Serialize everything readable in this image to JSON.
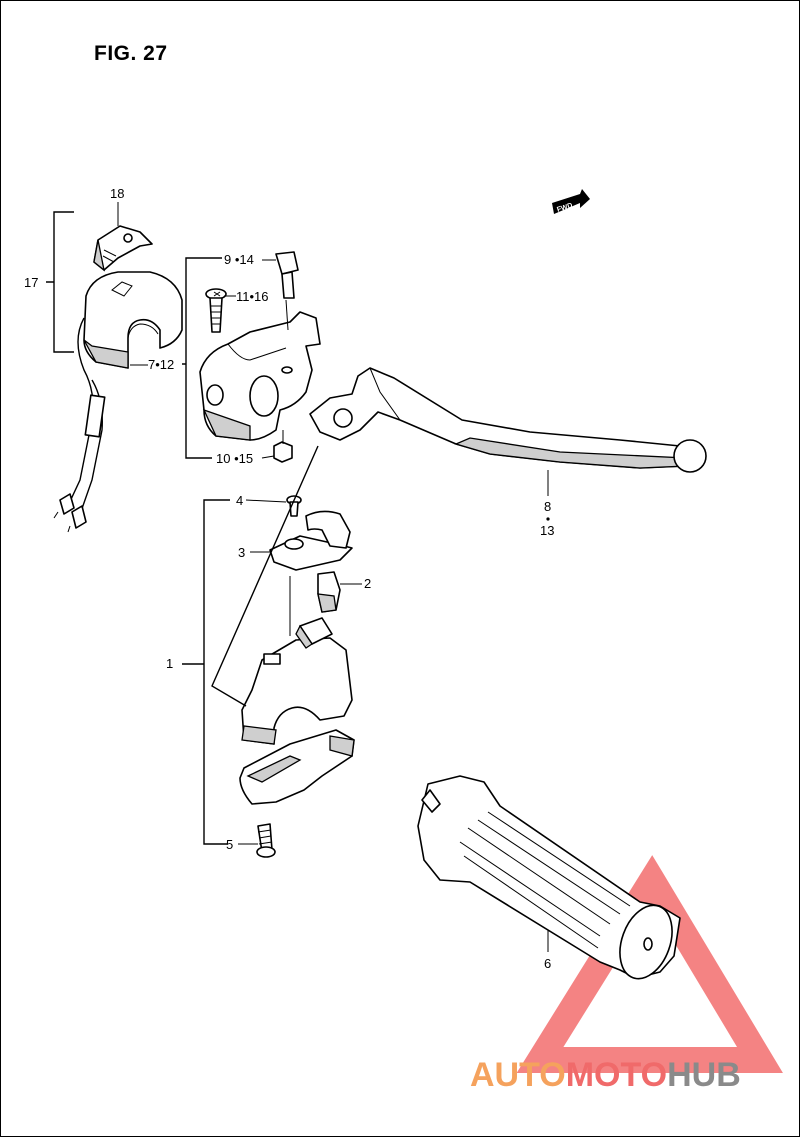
{
  "figure": {
    "title": "FIG. 27"
  },
  "badge": {
    "fwd": "FWD"
  },
  "labels": {
    "p18": "18",
    "p17": "17",
    "p9_14": "9 •14",
    "p11_16": "11•16",
    "p7_12": "7•12",
    "p10_15": "10 •15",
    "p4": "4",
    "p3": "3",
    "p2": "2",
    "p1": "1",
    "p5": "5",
    "p8": "8",
    "p13": "13",
    "p6": "6"
  },
  "watermark": {
    "part1": "AUTO",
    "part2": "MOTO",
    "part3": "HUB",
    "colors": {
      "auto": "#f5a25d",
      "moto": "#f06a6a",
      "hub": "#8a8a8a",
      "triangle": "#f26d6d"
    }
  }
}
